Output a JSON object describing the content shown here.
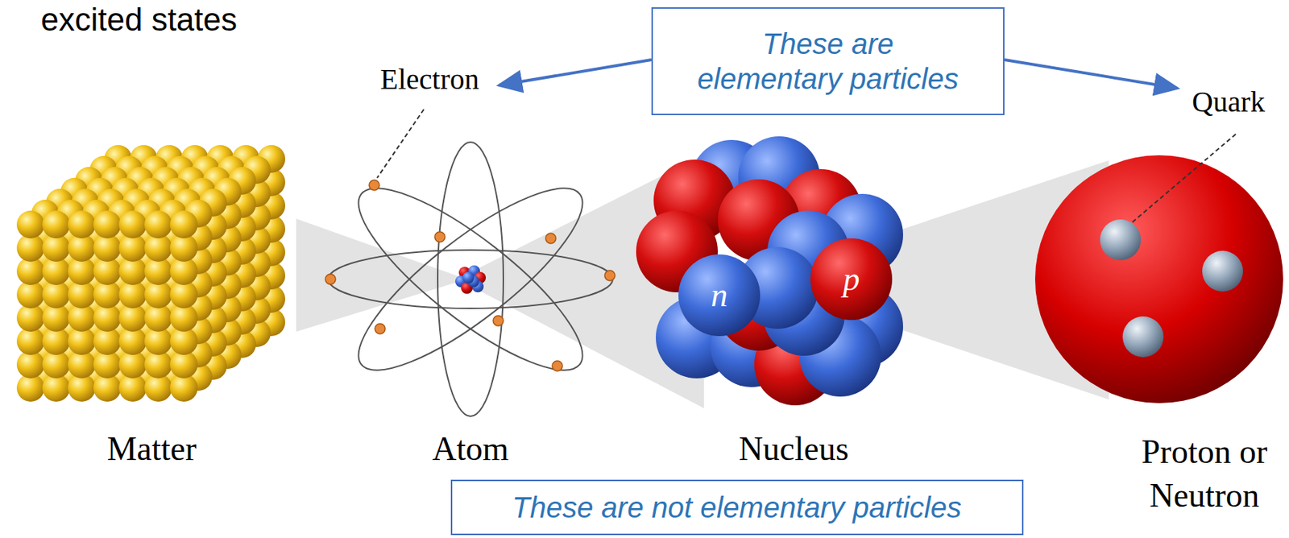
{
  "diagram": {
    "nodes": [
      {
        "text": [
          "These are elementary particles"
        ]
      },
      {
        "text": [
          "These are not elementary particles"
        ]
      }
    ],
    "labels": [
      "excited states",
      "Electron",
      "Quark",
      "Matter",
      "Atom",
      "n",
      "p",
      "Nucleus",
      "Proton or Neutron"
    ]
  }
}
